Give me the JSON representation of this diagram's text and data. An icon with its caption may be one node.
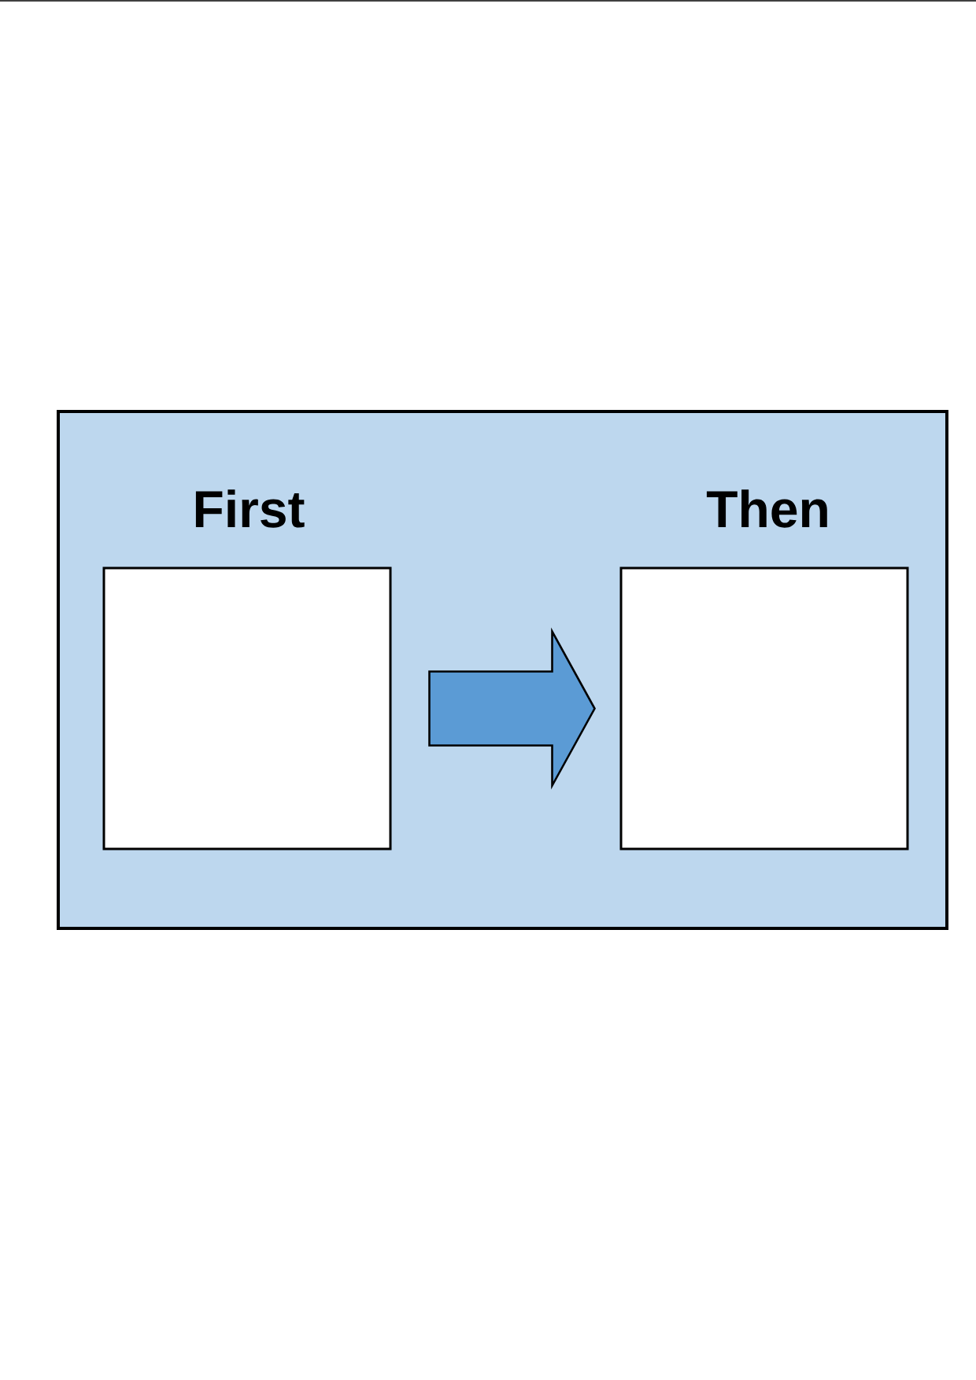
{
  "diagram": {
    "nodes": [
      {
        "text": [],
        "shape": "box"
      },
      {
        "text": [
          "First"
        ],
        "in": 0
      },
      {
        "text": [
          "Then"
        ],
        "in": 0
      }
    ],
    "edges": [
      {
        "from": 1,
        "to": 2,
        "arrow": "to"
      }
    ]
  }
}
